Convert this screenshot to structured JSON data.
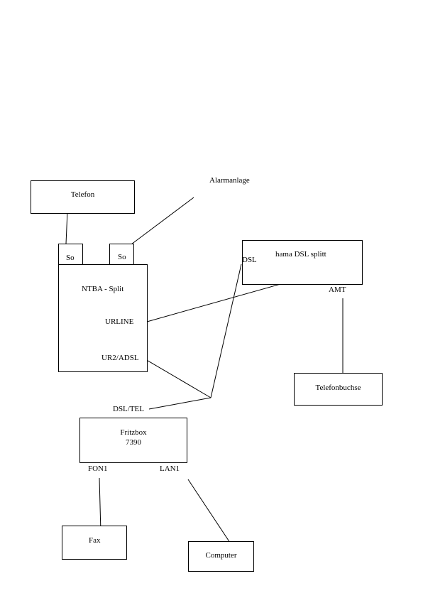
{
  "telefon": "Telefon",
  "alarmanlage": "Alarmanlage",
  "so_left": "So",
  "so_right": "So",
  "ntba_title": "NTBA - Split",
  "urline": "URLINE",
  "ur2_adsl": "UR2/ADSL",
  "hama_title": "hama DSL splitt",
  "hama_dsl": "DSL",
  "amt": "AMT",
  "telefonbuchse": "Telefonbuchse",
  "dsl_tel": "DSL/TEL",
  "fritzbox_line1": "Fritzbox",
  "fritzbox_line2": "7390",
  "fon1": "FON1",
  "lan1": "LAN1",
  "fax": "Fax",
  "computer": "Computer"
}
